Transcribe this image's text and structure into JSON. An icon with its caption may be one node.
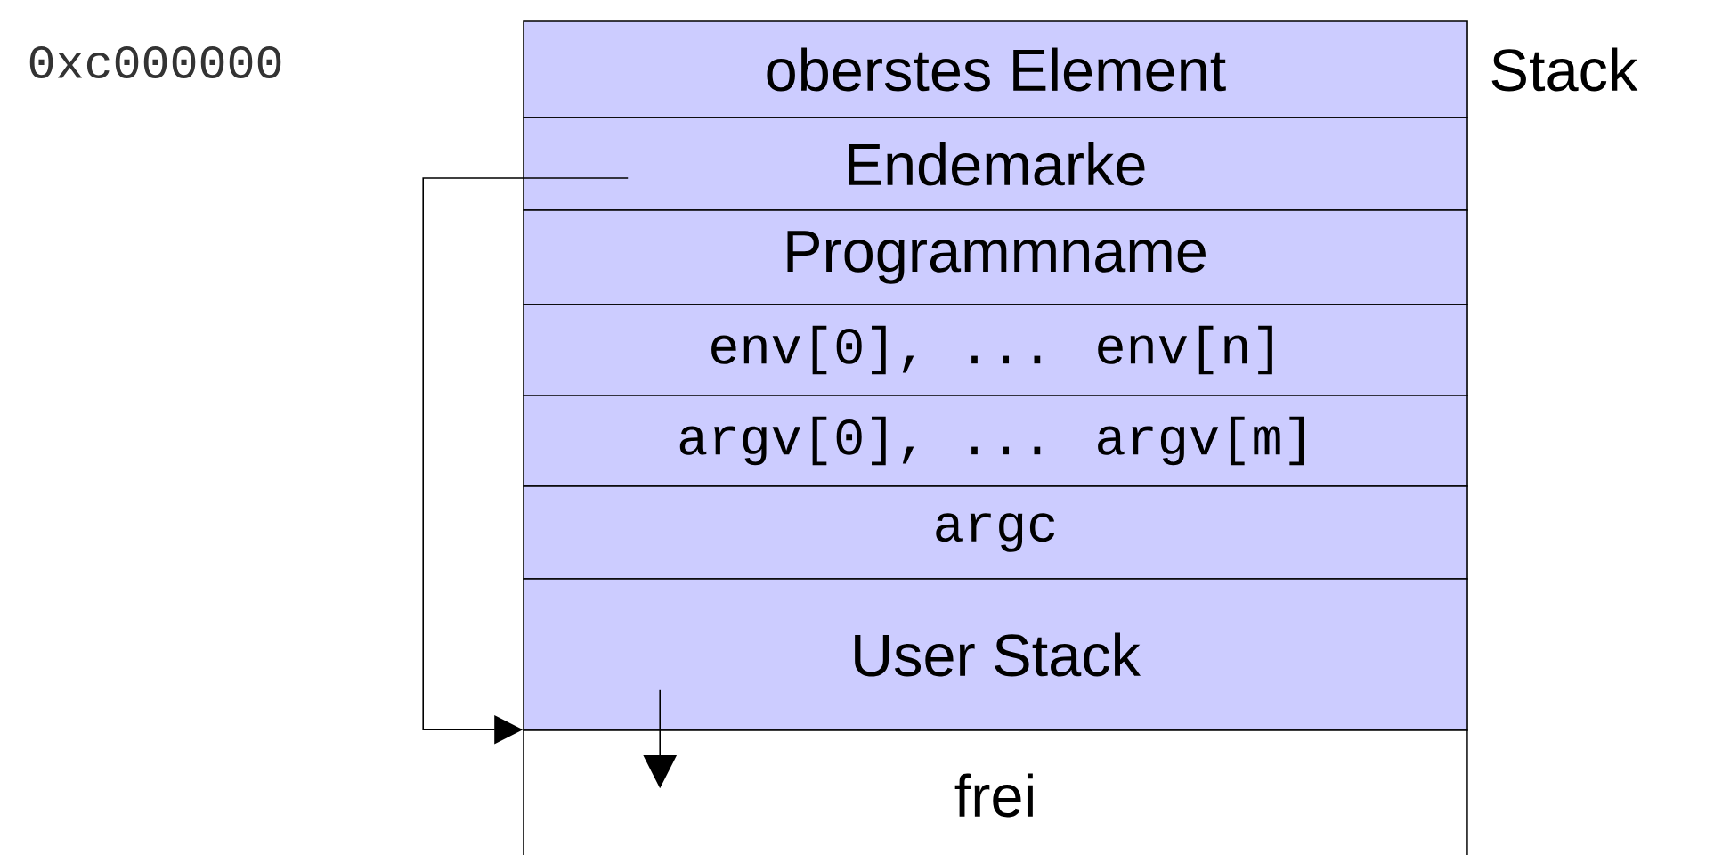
{
  "diagram": {
    "nodes": [
      {
        "text": [
          "oberstes Element"
        ]
      },
      {
        "text": [
          "Endemarke"
        ]
      },
      {
        "text": [
          "Programmname"
        ]
      },
      {
        "text": [
          "env[0], ... env[n]"
        ]
      },
      {
        "text": [
          "argv[0], ... argv[m]"
        ]
      },
      {
        "text": [
          "argc"
        ]
      },
      {
        "text": [
          "User Stack"
        ]
      },
      {
        "text": [
          "frei"
        ]
      }
    ],
    "edges": [
      {
        "from": 1,
        "to": 7,
        "arrow": "to"
      },
      {
        "from": 6,
        "to": 7,
        "arrow": "to"
      }
    ],
    "labels": [
      "0xc000000",
      "Stack"
    ]
  }
}
